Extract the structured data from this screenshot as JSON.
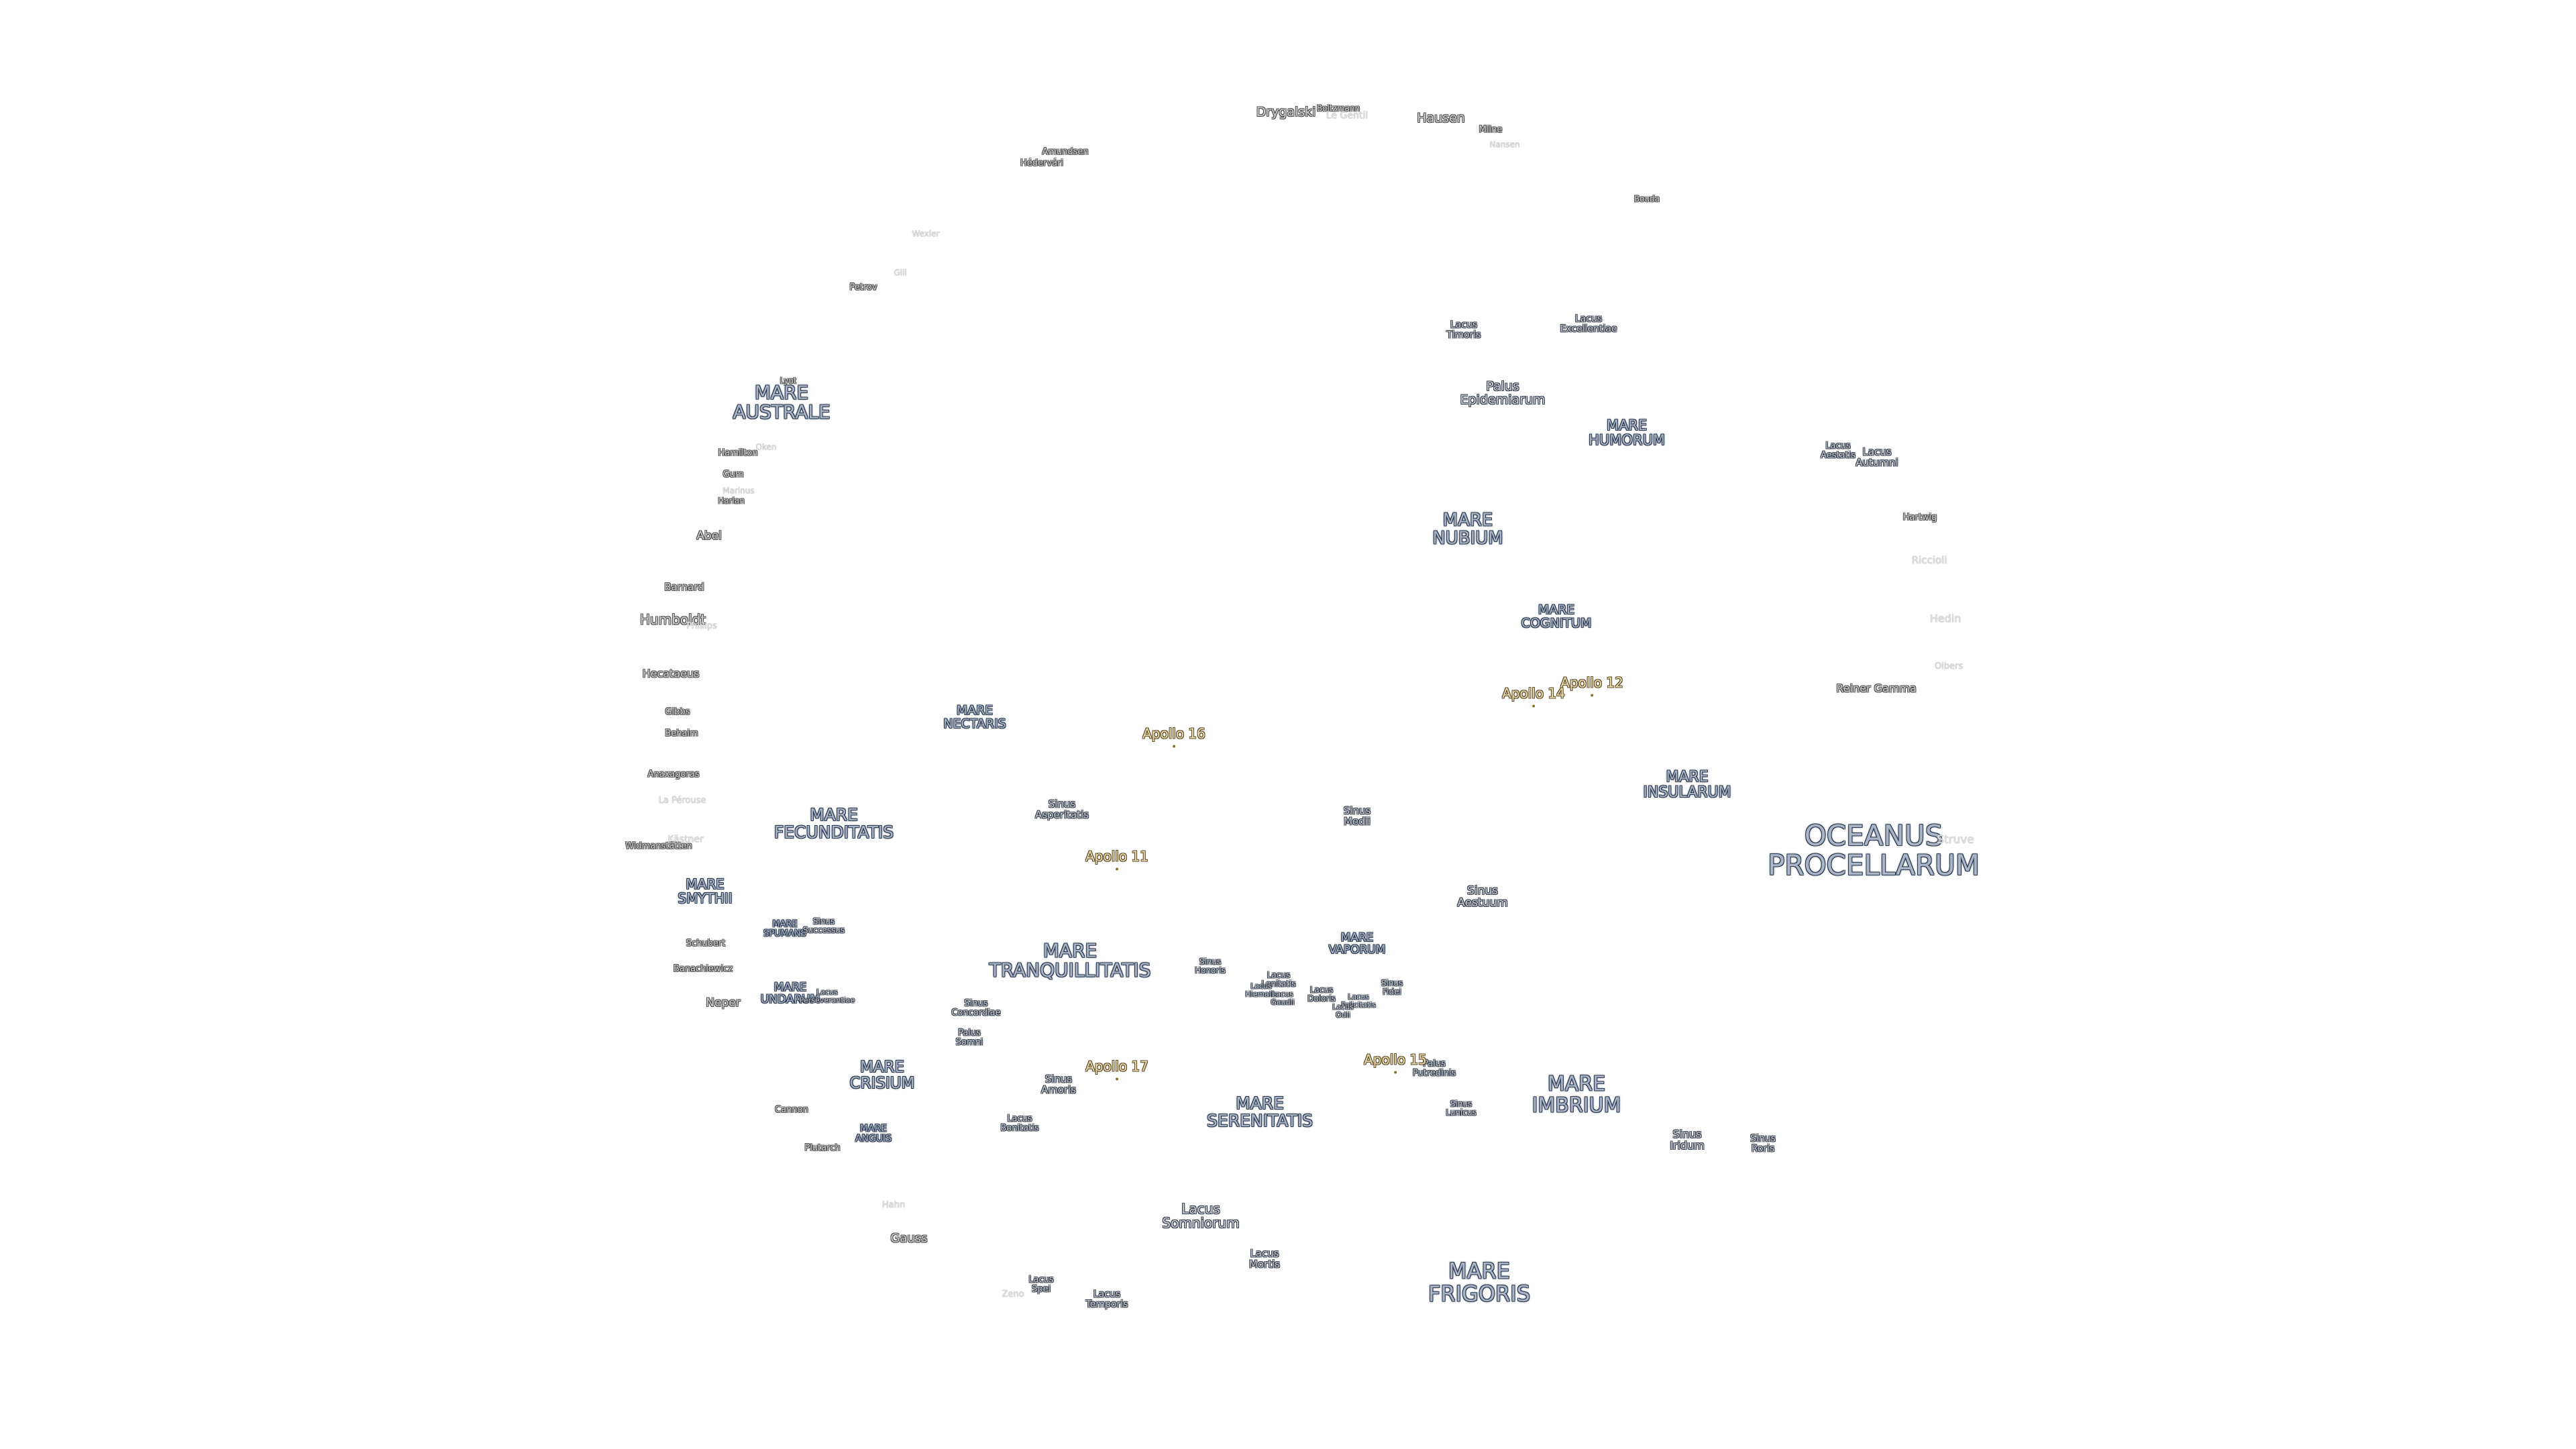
{
  "map": {
    "mare_labels": [
      {
        "id": "mare-australe",
        "text": "MARE\nAUSTRALE"
      },
      {
        "id": "mare-nubium",
        "text": "MARE\nNUBIUM"
      },
      {
        "id": "mare-humorum",
        "text": "MARE\nHUMORUM"
      },
      {
        "id": "mare-cognitum",
        "text": "MARE\nCOGNITUM"
      },
      {
        "id": "mare-insularum",
        "text": "MARE\nINSULARUM"
      },
      {
        "id": "oceanus-procellarum",
        "text": "OCEANUS\nPROCELLARUM"
      },
      {
        "id": "mare-nectaris",
        "text": "MARE\nNECTARIS"
      },
      {
        "id": "mare-fecunditatis",
        "text": "MARE\nFECUNDITATIS"
      },
      {
        "id": "mare-smythii",
        "text": "MARE\nSMYTHII"
      },
      {
        "id": "mare-spumans",
        "text": "MARE\nSPUMANS"
      },
      {
        "id": "mare-undarum",
        "text": "MARE\nUNDARUM"
      },
      {
        "id": "mare-tranquillitatis",
        "text": "MARE\nTRANQUILLITATIS"
      },
      {
        "id": "mare-vaporum",
        "text": "MARE\nVAPORUM"
      },
      {
        "id": "mare-crisium",
        "text": "MARE\nCRISIUM"
      },
      {
        "id": "mare-anguis",
        "text": "MARE\nANGUIS"
      },
      {
        "id": "mare-serenitatis",
        "text": "MARE\nSERENITATIS"
      },
      {
        "id": "mare-imbrium",
        "text": "MARE\nIMBRIUM"
      },
      {
        "id": "mare-frigoris",
        "text": "MARE\nFRIGORIS"
      }
    ],
    "feature_labels": [
      {
        "id": "lacus-timoris",
        "text": "Lacus\nTimoris"
      },
      {
        "id": "lacus-excellentiae",
        "text": "Lacus\nExcellentiae"
      },
      {
        "id": "palus-epidemiarum",
        "text": "Palus\nEpidemiarum"
      },
      {
        "id": "lacus-aestatis",
        "text": "Lacus\nAestatis"
      },
      {
        "id": "lacus-autumni",
        "text": "Lacus\nAutumni"
      },
      {
        "id": "sinus-asperitatis",
        "text": "Sinus\nAsperitatis"
      },
      {
        "id": "sinus-medii",
        "text": "Sinus\nMedii"
      },
      {
        "id": "sinus-aestuum",
        "text": "Sinus\nAestuum"
      },
      {
        "id": "sinus-successus",
        "text": "Sinus\nSuccessus"
      },
      {
        "id": "lacus-perseverantiae",
        "text": "Lacus\nPerseverantiae"
      },
      {
        "id": "sinus-concordiae",
        "text": "Sinus\nConcordiae"
      },
      {
        "id": "palus-somni",
        "text": "Palus\nSomni"
      },
      {
        "id": "sinus-honoris",
        "text": "Sinus\nHonoris"
      },
      {
        "id": "lacus-lenitatis",
        "text": "Lacus\nLenitatis"
      },
      {
        "id": "lacus-hiemalis",
        "text": "Lacus\nHiemalis"
      },
      {
        "id": "lacus-gaudii",
        "text": "Lacus\nGaudii"
      },
      {
        "id": "lacus-doloris",
        "text": "Lacus\nDoloris"
      },
      {
        "id": "lacus-felicitatis",
        "text": "Lacus\nFelicitatis"
      },
      {
        "id": "lacus-odii",
        "text": "Lacus\nOdii"
      },
      {
        "id": "sinus-fidei",
        "text": "Sinus\nFidei"
      },
      {
        "id": "sinus-amoris",
        "text": "Sinus\nAmoris"
      },
      {
        "id": "palus-putredinis",
        "text": "Palus\nPutredinis"
      },
      {
        "id": "sinus-lunicus",
        "text": "Sinus\nLunicus"
      },
      {
        "id": "lacus-bonitatis",
        "text": "Lacus\nBonitatis"
      },
      {
        "id": "sinus-iridum",
        "text": "Sinus\nIridum"
      },
      {
        "id": "sinus-roris",
        "text": "Sinus\nRoris"
      },
      {
        "id": "lacus-somniorum",
        "text": "Lacus\nSomniorum"
      },
      {
        "id": "lacus-mortis",
        "text": "Lacus\nMortis"
      },
      {
        "id": "lacus-spei",
        "text": "Lacus\nSpei"
      },
      {
        "id": "lacus-temporis",
        "text": "Lacus\nTemporis"
      }
    ],
    "crater_labels": [
      {
        "id": "drygalski",
        "text": "Drygalski"
      },
      {
        "id": "boltzmann",
        "text": "Boltzmann"
      },
      {
        "id": "le-gentil",
        "text": "Le Gentil"
      },
      {
        "id": "hausen",
        "text": "Hausen"
      },
      {
        "id": "milne",
        "text": "Milne"
      },
      {
        "id": "nansen",
        "text": "Nansen"
      },
      {
        "id": "amundsen",
        "text": "Amundsen"
      },
      {
        "id": "hedervari",
        "text": "Hédervári"
      },
      {
        "id": "bouda",
        "text": "Bouda"
      },
      {
        "id": "wexler",
        "text": "Wexler"
      },
      {
        "id": "gill",
        "text": "Gill"
      },
      {
        "id": "petrov",
        "text": "Petrov"
      },
      {
        "id": "lyot",
        "text": "Lyot"
      },
      {
        "id": "hamilton",
        "text": "Hamilton"
      },
      {
        "id": "oken",
        "text": "Oken"
      },
      {
        "id": "gum",
        "text": "Gum"
      },
      {
        "id": "marinus",
        "text": "Marinus"
      },
      {
        "id": "hartwig",
        "text": "Hartwig"
      },
      {
        "id": "harlan",
        "text": "Harlan"
      },
      {
        "id": "abel",
        "text": "Abel"
      },
      {
        "id": "riccioli",
        "text": "Riccioli"
      },
      {
        "id": "barnard",
        "text": "Barnard"
      },
      {
        "id": "humboldt",
        "text": "Humboldt"
      },
      {
        "id": "phillips",
        "text": "Phillips"
      },
      {
        "id": "hedin",
        "text": "Hedin"
      },
      {
        "id": "olbers",
        "text": "Olbers"
      },
      {
        "id": "hecataeus",
        "text": "Hecataeus"
      },
      {
        "id": "reiner-gamma",
        "text": "Reiner Gamma"
      },
      {
        "id": "gibbs",
        "text": "Gibbs"
      },
      {
        "id": "behaim",
        "text": "Behaim"
      },
      {
        "id": "anaxagoras",
        "text": "Anaxagoras"
      },
      {
        "id": "la-perouse",
        "text": "La Pérouse"
      },
      {
        "id": "struve",
        "text": "Struve"
      },
      {
        "id": "kastner",
        "text": "Kästner"
      },
      {
        "id": "widmanstatten",
        "text": "Widmanstätten"
      },
      {
        "id": "schubert",
        "text": "Schubert"
      },
      {
        "id": "banachiewicz",
        "text": "Banachiewicz"
      },
      {
        "id": "neper",
        "text": "Neper"
      },
      {
        "id": "cannon",
        "text": "Cannon"
      },
      {
        "id": "plutarch",
        "text": "Plutarch"
      },
      {
        "id": "hahn",
        "text": "Hahn"
      },
      {
        "id": "gauss",
        "text": "Gauss"
      },
      {
        "id": "zeno",
        "text": "Zeno"
      }
    ],
    "apollo_sites": [
      {
        "id": "apollo-16",
        "text": "Apollo 16"
      },
      {
        "id": "apollo-14",
        "text": "Apollo 14"
      },
      {
        "id": "apollo-12",
        "text": "Apollo 12"
      },
      {
        "id": "apollo-11",
        "text": "Apollo 11"
      },
      {
        "id": "apollo-17",
        "text": "Apollo 17"
      },
      {
        "id": "apollo-15",
        "text": "Apollo 15"
      }
    ]
  }
}
